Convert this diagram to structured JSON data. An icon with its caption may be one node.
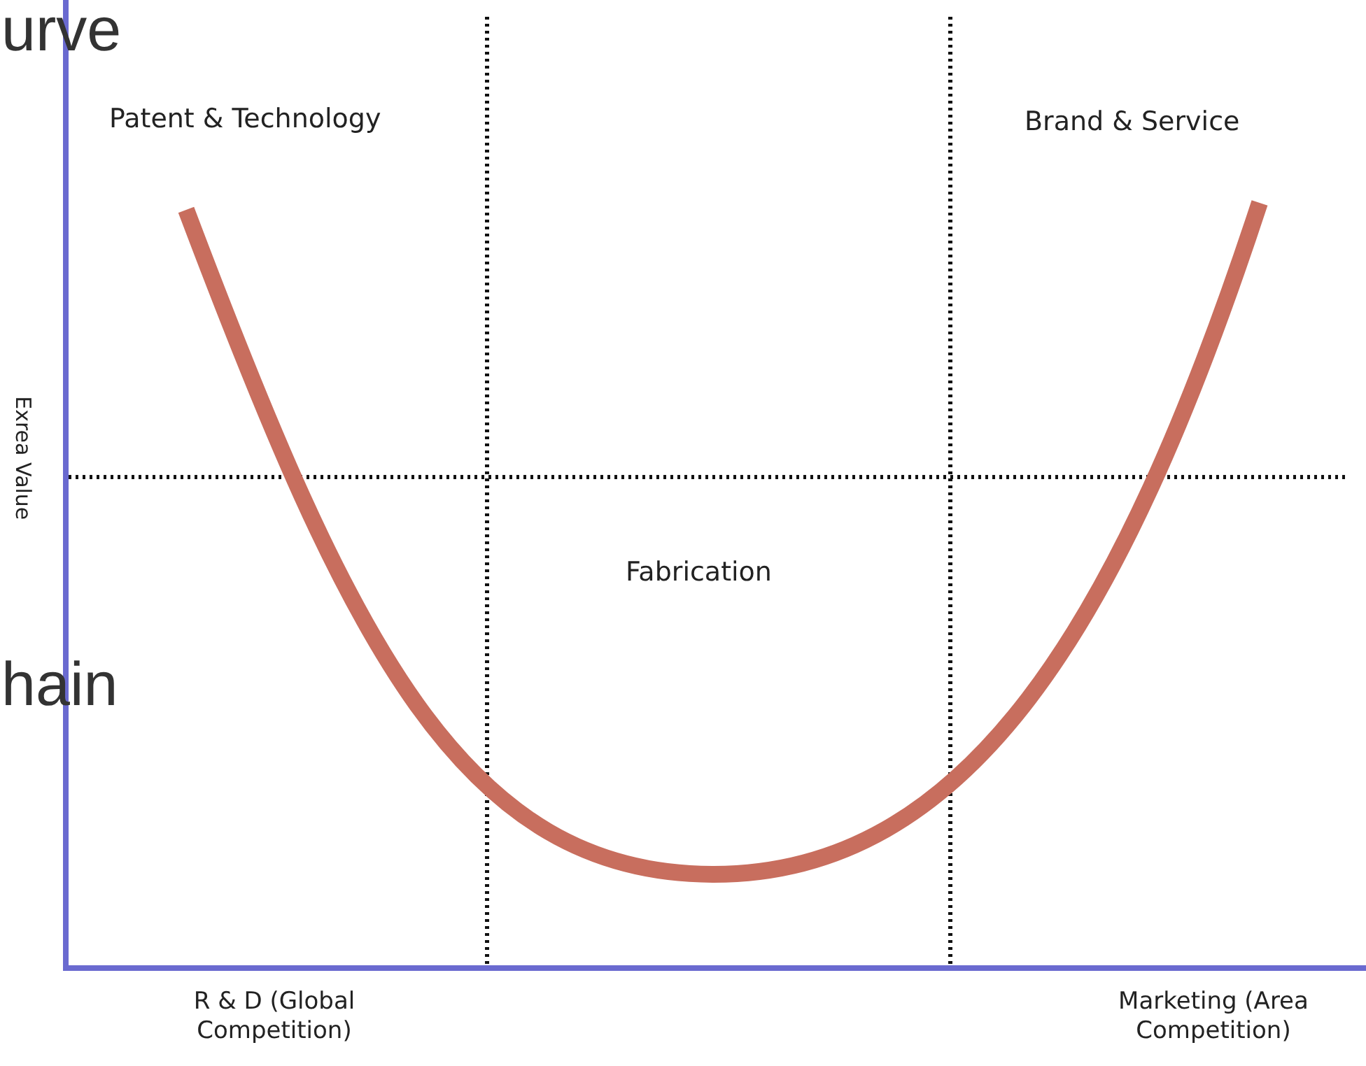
{
  "diagram": {
    "labels": [
      "urve",
      "Patent & Technology",
      "Brand & Service",
      "Exrea Value",
      "Fabrication",
      "hain",
      "R & D (Global Competition)",
      "Marketing (Area Competition)"
    ]
  }
}
